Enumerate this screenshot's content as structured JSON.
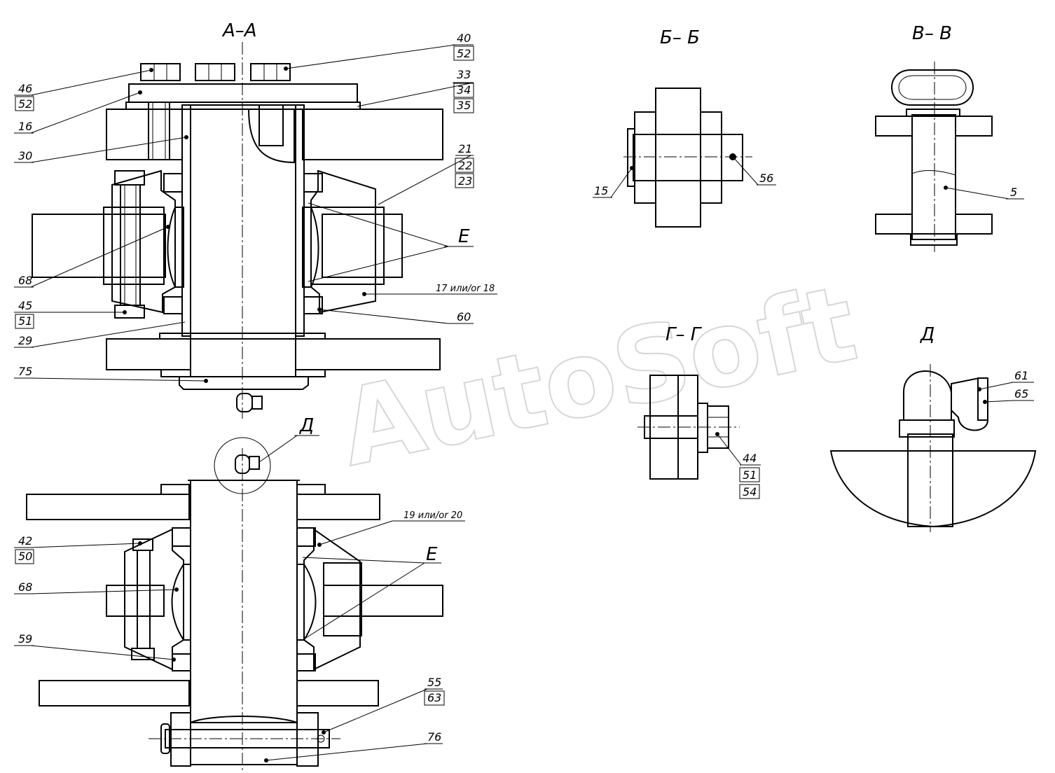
{
  "titles": {
    "section_aa": "А–А",
    "section_bb": "Б– Б",
    "section_vv": "В– В",
    "section_gg": "Г– Г",
    "view_d": "Д",
    "callout_d": "Д"
  },
  "watermark": "AutoSoft",
  "callouts": {
    "c40": "40",
    "c52a": "52",
    "c33": "33",
    "c34": "34",
    "c35": "35",
    "c46": "46",
    "c52b": "52",
    "c16": "16",
    "c30": "30",
    "c21": "21",
    "c22": "22",
    "c23": "23",
    "e_top": "Е",
    "e_bottom": "Е",
    "c68a": "68",
    "c68b": "68",
    "c17_18": "17 или/or 18",
    "c45": "45",
    "c51a": "51",
    "c60": "60",
    "c29": "29",
    "c75": "75",
    "c15": "15",
    "c56": "56",
    "c5": "5",
    "c44": "44",
    "c51b": "51",
    "c54": "54",
    "c61": "61",
    "c65": "65",
    "c19_20": "19 или/or 20",
    "c42": "42",
    "c50": "50",
    "c59": "59",
    "c55": "55",
    "c63": "63",
    "c76": "76"
  }
}
